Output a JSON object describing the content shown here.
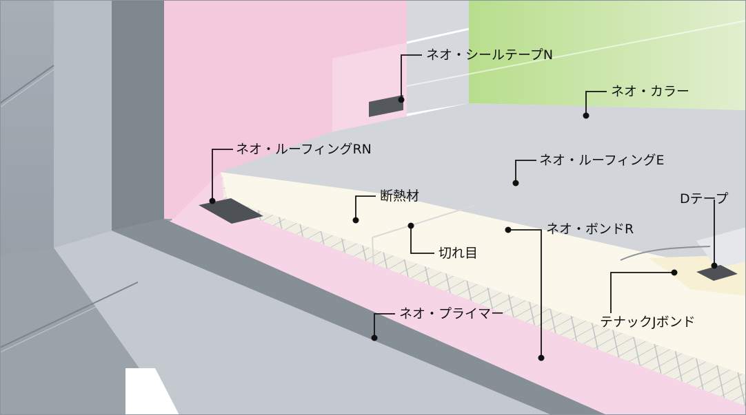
{
  "labels": {
    "seal_tape": "ネオ・シールテープN",
    "color": "ネオ・カラー",
    "roofing_rn": "ネオ・ルーフィングRN",
    "roofing_e": "ネオ・ルーフィングE",
    "insulation": "断熱材",
    "d_tape": "Dテープ",
    "bond_r": "ネオ・ボンドR",
    "cut_line": "切れ目",
    "tenack_bond": "テナックJボンド",
    "primer": "ネオ・プライマー"
  },
  "colors": {
    "concrete": "#9aa3ab",
    "wall_pink": "#f4c9de",
    "floor_pink": "#f6d6e6",
    "green_top": "#cfe6b0",
    "roofing_grey": "#d2d5d9",
    "insulation": "#fbf7ea",
    "leader": "#111111"
  }
}
